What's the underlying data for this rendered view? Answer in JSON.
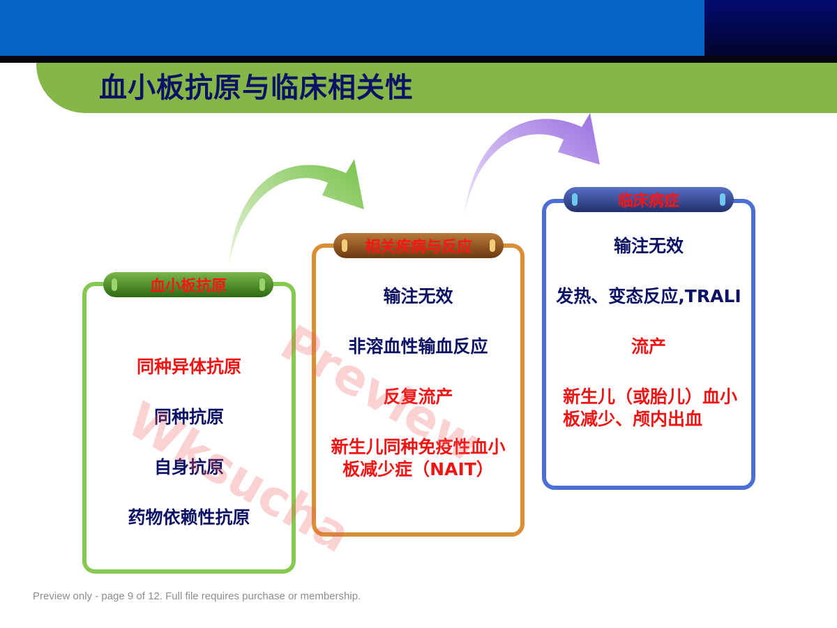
{
  "slide": {
    "title": "血小板抗原与临床相关性"
  },
  "columns": [
    {
      "heading": "血小板抗原",
      "items": [
        {
          "text": "同种异体抗原",
          "color": "#f01414"
        },
        {
          "text": "同种抗原",
          "color": "#0b1165"
        },
        {
          "text": "自身抗原",
          "color": "#0b1165"
        },
        {
          "text": "药物依赖性抗原",
          "color": "#0b1165"
        }
      ]
    },
    {
      "heading": "相关疾病与反应",
      "items": [
        {
          "text": "输注无效",
          "color": "#0b1165"
        },
        {
          "text": "非溶血性输血反应",
          "color": "#0b1165"
        },
        {
          "text": "反复流产",
          "color": "#f01414"
        },
        {
          "text": "新生儿同种免疫性血小板减少症（NAIT）",
          "color": "#f01414"
        }
      ]
    },
    {
      "heading": "临床病症",
      "items": [
        {
          "text": "输注无效",
          "color": "#0b1165"
        },
        {
          "text": "发热、变态反应,TRALI",
          "color": "#0b1165"
        },
        {
          "text": "流产",
          "color": "#f01414"
        },
        {
          "text": "新生儿（或胎儿）血小板减少、颅内出血",
          "color": "#f01414"
        }
      ]
    }
  ],
  "colors": {
    "card_1_border": "#86c94f",
    "card_2_border": "#da8f35",
    "card_3_border": "#4b6fd4",
    "heading_text": "#ff1414",
    "title_text": "#0b1165"
  },
  "watermark": {
    "text_1": "Wksucha",
    "text_2": "Preview"
  },
  "footer": {
    "note": "Preview only - page 9 of 12. Full file requires purchase or membership."
  }
}
